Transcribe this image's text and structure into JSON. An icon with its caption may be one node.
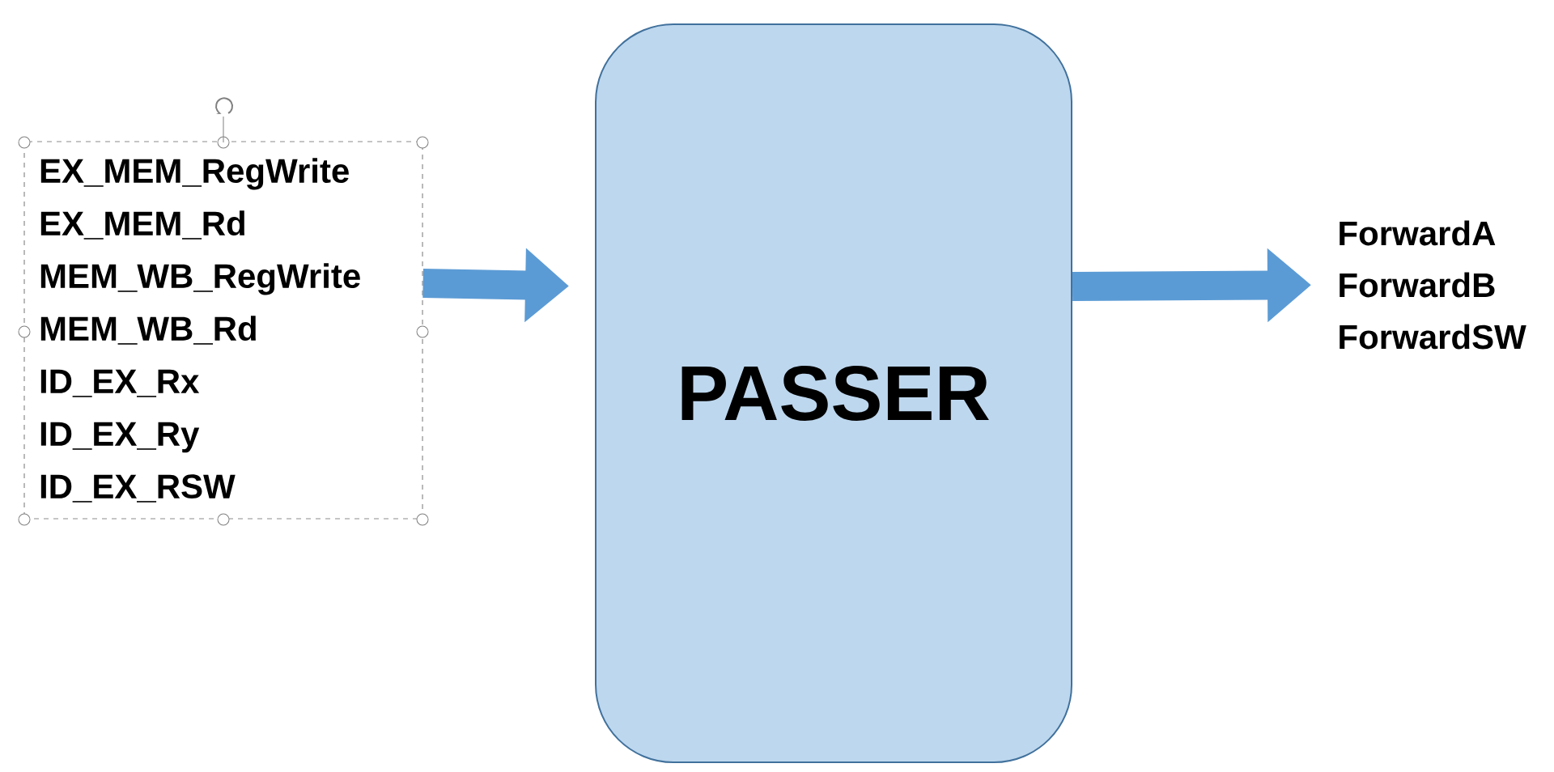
{
  "diagram": {
    "nodes": [
      {
        "text": [
          "EX_MEM_RegWrite",
          "EX_MEM_Rd",
          "MEM_WB_RegWrite",
          "MEM_WB_Rd",
          "ID_EX_Rx",
          "ID_EX_Ry",
          "ID_EX_RSW"
        ]
      },
      {
        "text": [
          "PASSER"
        ]
      },
      {
        "text": [
          "ForwardA",
          "ForwardB",
          "ForwardSW"
        ]
      }
    ],
    "edges": [
      {
        "from": 0,
        "to": 1,
        "arrow": "to"
      },
      {
        "from": 1,
        "to": 2,
        "arrow": "to"
      }
    ]
  }
}
